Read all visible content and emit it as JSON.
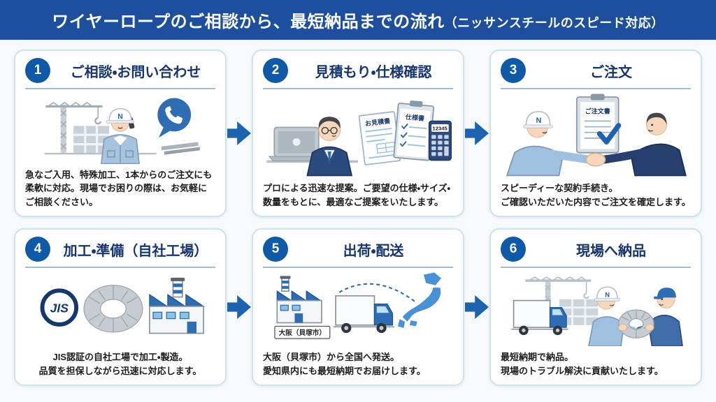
{
  "header": {
    "title": "ワイヤーロープのご相談から、最短納品までの流れ",
    "subtitle": "（ニッサンスチールのスピード対応）"
  },
  "colors": {
    "header_bg": "#1d4f9c",
    "brand_blue": "#1059a6",
    "accent_blue": "#2e6cb3",
    "title_navy": "#17356f",
    "arrow_blue": "#1e63b0",
    "card_border": "#cfe2f0",
    "page_bg": "#f7fafc",
    "map_blue": "#4a90d4"
  },
  "steps": [
    {
      "number": "1",
      "title": "ご相談・お問い合わせ",
      "description": "急なご入用、特殊加工、1本からのご注文にも\n柔軟に対応。現場でお困りの際は、お気軽に\nご相談ください。",
      "illustration": "worker-on-phone-at-construction-site",
      "labels": {
        "helmet_initial": "N"
      }
    },
    {
      "number": "2",
      "title": "見積もり・仕様確認",
      "description": "プロによる迅速な提案。ご要望の仕様・サイズ・\n数量をもとに、最適なご提案をいたします。",
      "illustration": "salesman-with-estimate-spec-and-calculator",
      "labels": {
        "estimate_doc": "お見積書",
        "spec_doc": "仕様書",
        "calculator_display": "12345"
      }
    },
    {
      "number": "3",
      "title": "ご注文",
      "description": "スピーディーな契約手続き。\nご確認いただいた内容でご注文を確定します。",
      "illustration": "handshake-with-order-form",
      "labels": {
        "order_doc": "ご注文書",
        "helmet_initial": "N"
      }
    },
    {
      "number": "4",
      "title": "加工・準備（自社工場）",
      "description": "JIS認証の自社工場で加工・製造。\n品質を担保しながら迅速に対応します。",
      "illustration": "jis-mark-wire-rope-coil-and-factory",
      "labels": {
        "jis_mark": "JIS"
      }
    },
    {
      "number": "5",
      "title": "出荷・配送",
      "description": "大阪（貝塚市）から全国へ発送。\n愛知県内にも最短納期でお届けします。",
      "illustration": "factory-truck-and-japan-map",
      "labels": {
        "origin": "大阪（貝塚市）"
      }
    },
    {
      "number": "6",
      "title": "現場へ納品",
      "description": "最短納期で納品。\n現場のトラブル解決に貢献いたします。",
      "illustration": "truck-and-workers-handover-at-site",
      "labels": {
        "helmet_initial": "N"
      }
    }
  ]
}
